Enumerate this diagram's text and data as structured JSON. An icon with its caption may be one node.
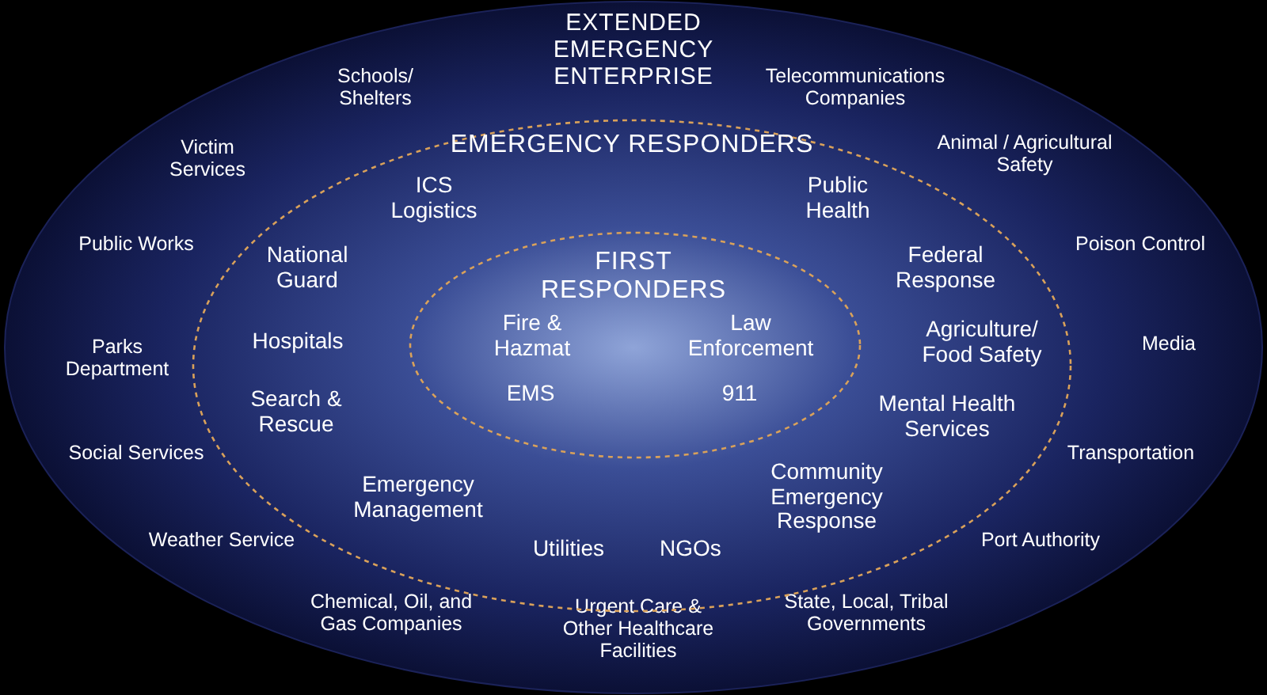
{
  "diagram": {
    "nodes": [
      {
        "text": [
          "EXTENDED EMERGENCY ENTERPRISE",
          "Schools/ Shelters",
          "Telecommunications Companies",
          "Victim Services",
          "Animal / Agricultural Safety",
          "Public Works",
          "Poison Control",
          "Parks Department",
          "Media",
          "Social Services",
          "Transportation",
          "Weather Service",
          "Port Authority",
          "Chemical, Oil, and Gas Companies",
          "Urgent Care & Other Healthcare Facilities",
          "State, Local, Tribal Governments"
        ]
      },
      {
        "text": [
          "EMERGENCY RESPONDERS",
          "ICS Logistics",
          "Public Health",
          "National Guard",
          "Federal Response",
          "Hospitals",
          "Agriculture/ Food Safety",
          "Search & Rescue",
          "Mental Health Services",
          "Emergency Management",
          "Community Emergency Response",
          "Utilities",
          "NGOs"
        ],
        "in": 0
      },
      {
        "text": [
          "FIRST RESPONDERS",
          "Fire & Hazmat",
          "Law Enforcement",
          "EMS",
          "911"
        ],
        "in": 1
      }
    ]
  }
}
